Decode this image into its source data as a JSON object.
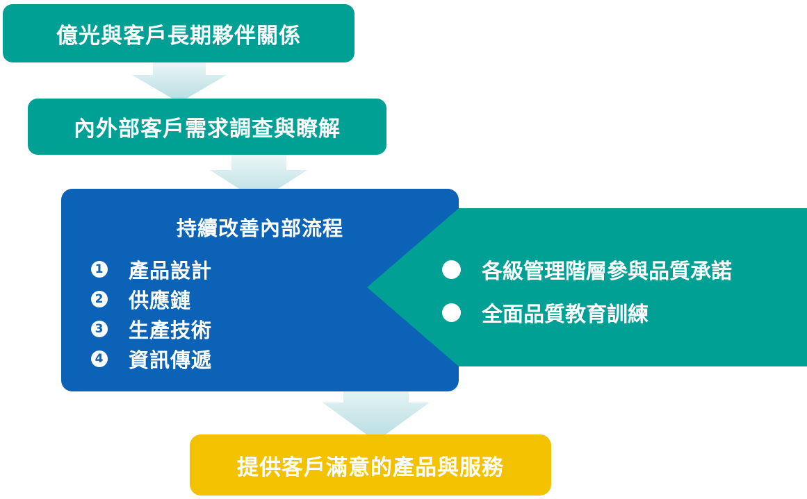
{
  "boxes": {
    "top": "億光與客戶長期夥伴關係",
    "second": "內外部客戶需求調查與瞭解",
    "middle_title": "持續改善內部流程",
    "bottom": "提供客戶滿意的產品與服務"
  },
  "steps": [
    {
      "num": "1",
      "label": "產品設計"
    },
    {
      "num": "2",
      "label": "供應鏈"
    },
    {
      "num": "3",
      "label": "生產技術"
    },
    {
      "num": "4",
      "label": "資訊傳遞"
    }
  ],
  "side_panel": {
    "items": [
      "各級管理階層參與品質承諾",
      "全面品質教育訓練"
    ]
  },
  "colors": {
    "teal": "#00A094",
    "blue": "#0B62B6",
    "yellow": "#F2C200",
    "arrow_light": "#E9F6F7",
    "arrow_dark": "#B8DDE2"
  }
}
